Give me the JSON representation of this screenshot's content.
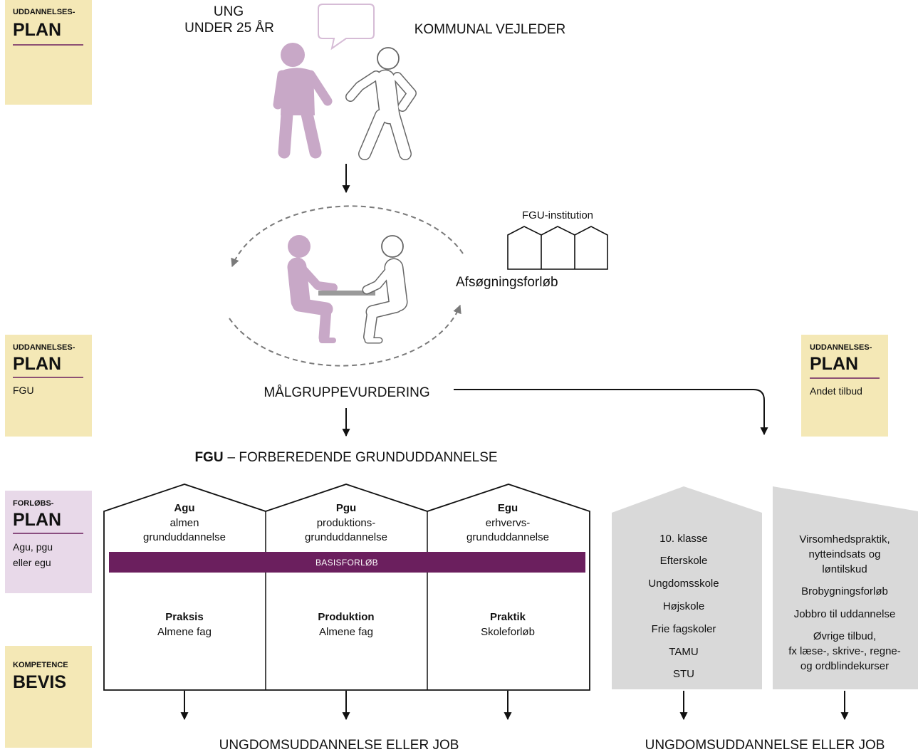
{
  "notes": {
    "plan_top": {
      "kicker": "UDDANNELSES-",
      "title": "PLAN"
    },
    "plan_fgu": {
      "kicker": "UDDANNELSES-",
      "title": "PLAN",
      "text": "FGU"
    },
    "forloebsplan": {
      "kicker": "FORLØBS-",
      "title": "PLAN",
      "text_lines": [
        "Agu, pgu",
        "eller egu"
      ]
    },
    "kompetencebevis": {
      "kicker": "KOMPETENCE",
      "title": "BEVIS"
    },
    "plan_andet": {
      "kicker": "UDDANNELSES-",
      "title": "PLAN",
      "text": "Andet tilbud"
    }
  },
  "intro": {
    "young_line1": "UNG",
    "young_line2": "UNDER 25 ÅR",
    "counsellor": "KOMMUNAL VEJLEDER"
  },
  "exploration": {
    "institution": "FGU-institution",
    "label": "Afsøgningsforløb"
  },
  "target_assessment": "MÅLGRUPPEVURDERING",
  "fgu": {
    "title_bold": "FGU",
    "title_rest": "– FORBEREDENDE GRUNDUDDANNELSE",
    "basis": "BASISFORLØB",
    "tracks": [
      {
        "code": "Agu",
        "name_line1": "almen",
        "name_line2": "grunduddannelse",
        "focus": "Praksis",
        "focus_sub": "Almene fag"
      },
      {
        "code": "Pgu",
        "name_line1": "produktions-",
        "name_line2": "grunduddannelse",
        "focus": "Produktion",
        "focus_sub": "Almene fag"
      },
      {
        "code": "Egu",
        "name_line1": "erhvervs-",
        "name_line2": "grunduddannelse",
        "focus": "Praktik",
        "focus_sub": "Skoleforløb"
      }
    ]
  },
  "other_offers": {
    "schools": [
      "10. klasse",
      "Efterskole",
      "Ungdomsskole",
      "Højskole",
      "Frie fagskoler",
      "TAMU",
      "STU"
    ],
    "measures": [
      "Virsomhedspraktik,",
      "nytteindsats og",
      "løntilskud",
      "Brobygningsforløb",
      "Jobbro til uddannelse",
      "Øvrige tilbud,",
      "fx læse-, skrive-, regne-",
      "og ordblindekurser"
    ]
  },
  "outcomes": {
    "fgu": "UNGDOMSUDDANNELSE ELLER JOB",
    "other": "UNGDOMSUDDANNELSE ELLER JOB"
  },
  "colors": {
    "note_yellow": "#f4e8b6",
    "note_purple": "#e8d9e9",
    "accent_purple": "#6b1f5e",
    "figure_purple": "#c8a8c7",
    "bubble_purple": "#d6bcd6",
    "outline_gray": "#666666",
    "arrow_gray": "#7a7a7a",
    "table_gray": "#9a9a9a",
    "offer_gray": "#d9d9d9",
    "line_black": "#111111"
  }
}
